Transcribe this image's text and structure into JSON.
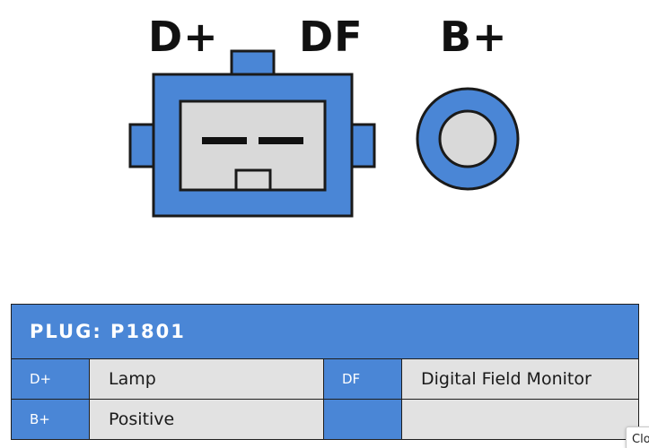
{
  "terminals": {
    "d_plus": "D+",
    "df": "DF",
    "b_plus": "B+"
  },
  "table": {
    "header": "PLUG: P1801",
    "rows": [
      {
        "pin_left": "D+",
        "desc_left": "Lamp",
        "pin_right": "DF",
        "desc_right": "Digital Field Monitor"
      },
      {
        "pin_left": "B+",
        "desc_left": "Positive",
        "pin_right": "",
        "desc_right": ""
      }
    ]
  },
  "close_button": {
    "label": "Clo"
  },
  "colors": {
    "connector_blue": "#4a86d6",
    "connector_fill": "#d9d9d9",
    "outline": "#1a1a1a"
  }
}
